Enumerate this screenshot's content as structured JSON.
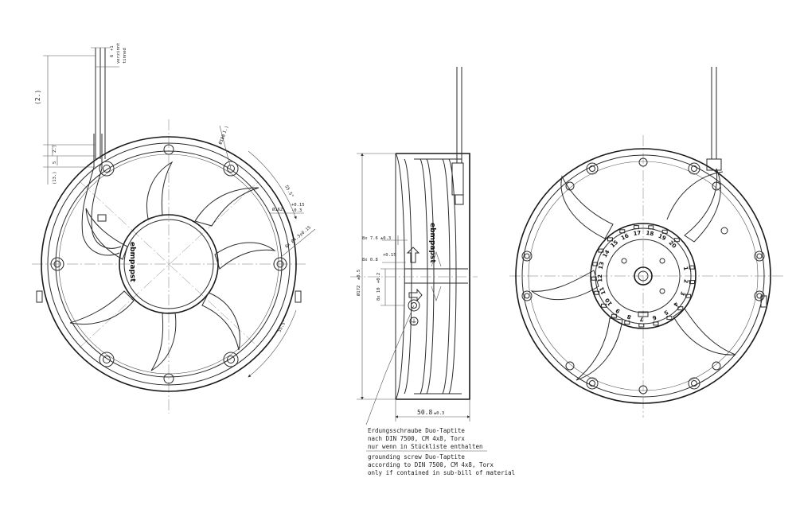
{
  "wire": {
    "size": "6",
    "tol": "+1",
    "label1": "verzinnt",
    "label2": "tinned"
  },
  "dims": {
    "lead_length": "(2.)",
    "d2": "2.)",
    "d5": "5",
    "d13": "(13.)",
    "dia188": "Ø188",
    "dia188_suffix": "1.)",
    "angle_top": "55.5°",
    "angle_bottom": "55.5°",
    "dia162": "Ø162",
    "dia162_tol_a": "+0.15",
    "dia162_tol_b": "-0.3",
    "holes": "8x Ø4.3",
    "holes_tol": "±0.15",
    "side_76": "8x 7.6",
    "side_76_tol": "±0.3",
    "side_08": "8x 0.8",
    "side_08_tol": "+0.15",
    "side_10": "8x 10",
    "side_10_tol": "+0.2",
    "height": "Ø172",
    "height_tol": "±0.5",
    "depth": "50.8",
    "depth_tol": "±0.3"
  },
  "brand": "ebmpapst",
  "notes": {
    "de1": "Erdungsschraube Duo-Taptite",
    "de2": "nach DIN 7500, CM 4x8, Torx",
    "de3": "nur wenn in Stückliste enthalten",
    "en1": "grounding screw Duo-Taptite",
    "en2": "according to DIN 7500, CM 4x8, Torx",
    "en3": "only if contained in sub-bill of material"
  },
  "pcb_numbers": [
    "1",
    "2",
    "3",
    "4",
    "5",
    "6",
    "7",
    "8",
    "9",
    "10",
    "11",
    "12",
    "13",
    "14",
    "15",
    "16",
    "17",
    "18",
    "19",
    "20"
  ]
}
